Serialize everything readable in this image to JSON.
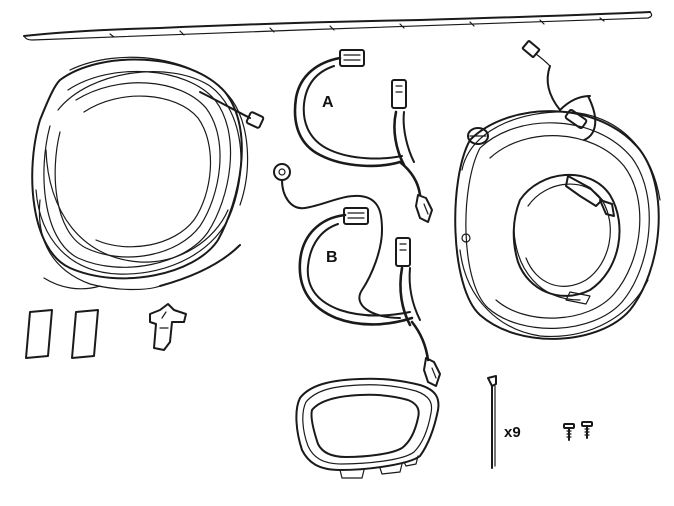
{
  "diagram": {
    "labels": {
      "harness_a": "A",
      "harness_b": "B",
      "cable_tie_qty": "x9"
    },
    "colors": {
      "line": "#1a1a1a",
      "background": "#ffffff"
    }
  }
}
